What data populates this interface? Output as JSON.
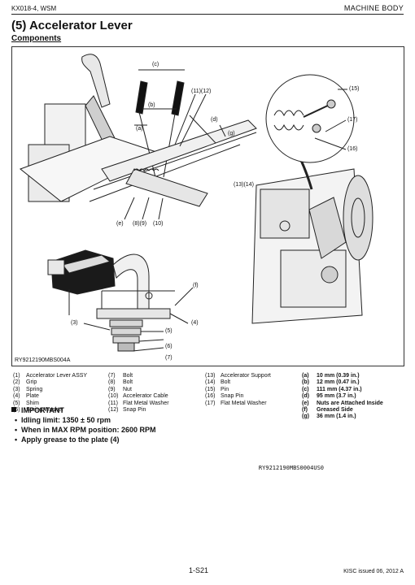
{
  "header": {
    "model": "KX018-4, WSM",
    "section": "MACHINE BODY"
  },
  "title": "(5)  Accelerator Lever",
  "subtitle": "Components",
  "figure": {
    "code": "RY9212190MBS004A",
    "labels": {
      "c": "(c)",
      "b": "(b)",
      "a": "(a)",
      "d": "(d)",
      "g": "(g)",
      "l1112": "(11)(12)",
      "e": "(e)",
      "l89": "(8)(9)",
      "l10": "(10)",
      "l1314": "(13)(14)",
      "l15": "(15)",
      "l17": "(17)",
      "l16": "(16)",
      "f": "(f)",
      "l3": "(3)",
      "l4": "(4)",
      "l5": "(5)",
      "l6": "(6)",
      "l7": "(7)"
    }
  },
  "legend": {
    "col1": [
      {
        "k": "(1)",
        "v": "Accelerator Lever ASSY"
      },
      {
        "k": "(2)",
        "v": "Grip"
      },
      {
        "k": "(3)",
        "v": "Spring"
      },
      {
        "k": "(4)",
        "v": "Plate"
      },
      {
        "k": "(5)",
        "v": "Shim"
      },
      {
        "k": "(6)",
        "v": "Spring Washer"
      }
    ],
    "col2": [
      {
        "k": "(7)",
        "v": "Bolt"
      },
      {
        "k": "(8)",
        "v": "Bolt"
      },
      {
        "k": "(9)",
        "v": "Nut"
      },
      {
        "k": "(10)",
        "v": "Accelerator Cable"
      },
      {
        "k": "(11)",
        "v": "Flat Metal Washer"
      },
      {
        "k": "(12)",
        "v": "Snap Pin"
      }
    ],
    "col3": [
      {
        "k": "(13)",
        "v": "Accelerator Support"
      },
      {
        "k": "(14)",
        "v": "Bolt"
      },
      {
        "k": "(15)",
        "v": "Pin"
      },
      {
        "k": "(16)",
        "v": "Snap Pin"
      },
      {
        "k": "(17)",
        "v": "Flat Metal Washer"
      }
    ],
    "col4": [
      {
        "k": "(a)",
        "v": "10 mm (0.39 in.)"
      },
      {
        "k": "(b)",
        "v": "12 mm (0.47 in.)"
      },
      {
        "k": "(c)",
        "v": "111 mm (4.37 in.)"
      },
      {
        "k": "(d)",
        "v": "95 mm (3.7 in.)"
      },
      {
        "k": "(e)",
        "v": "Nuts are Attached Inside"
      },
      {
        "k": "(f)",
        "v": "Greased Side"
      },
      {
        "k": "(g)",
        "v": "36 mm (1.4 in.)"
      }
    ]
  },
  "important": {
    "heading": "IMPORTANT",
    "bullets": [
      "Idling limit: 1350 ± 50 rpm",
      "When in MAX RPM position: 2600 RPM",
      "Apply grease to the plate (4)"
    ]
  },
  "doc_code": "RY9212190MBS0004US0",
  "page_number": "1-S21",
  "issue": "KISC issued 06, 2012 A"
}
